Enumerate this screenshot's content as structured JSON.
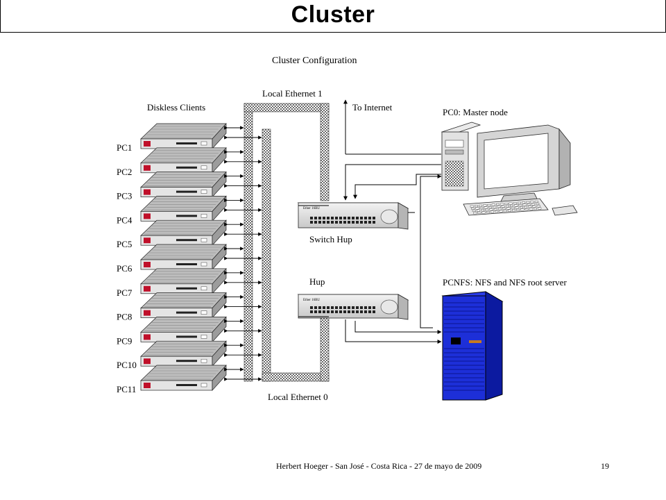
{
  "slide": {
    "title": "Cluster",
    "footer": "Herbert Hoeger - San José - Costa Rica - 27 de mayo de 2009",
    "page_number": "19"
  },
  "diagram": {
    "heading": "Cluster Configuration",
    "group_label": "Diskless Clients",
    "clients": [
      "PC1",
      "PC2",
      "PC3",
      "PC4",
      "PC5",
      "PC6",
      "PC7",
      "PC8",
      "PC9",
      "PC10",
      "PC11"
    ],
    "bus_top": "Local Ethernet 1",
    "bus_bottom": "Local Ethernet 0",
    "internet": "To Internet",
    "master": "PC0: Master node",
    "nfs": "PCNFS: NFS and NFS root server",
    "switch": "Switch Hup",
    "hub": "Hup",
    "device_brand": "Ether 16BU",
    "colors": {
      "nfs_server": "#1d2fd8",
      "client_led": "#c0102a",
      "line": "#000000"
    }
  }
}
